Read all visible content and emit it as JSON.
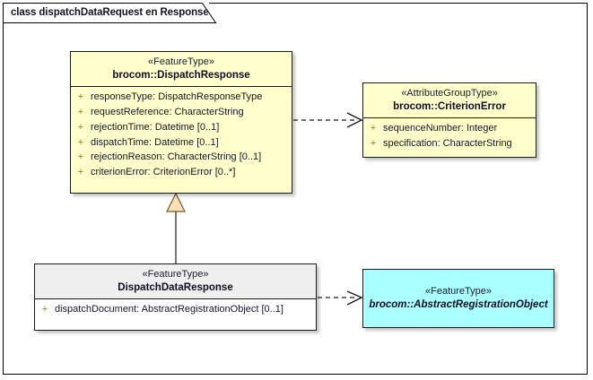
{
  "diagram": {
    "frame_title": "class dispatchDataRequest en Response",
    "background_color": "#ffffff",
    "frame_border_color": "#000000"
  },
  "colors": {
    "feature_type_fill": "#ffffcc",
    "attribute_group_fill": "#ffffcc",
    "abstract_fill": "#aaffff",
    "plain_header_fill": "#efefef",
    "plain_body_fill": "#ffffff",
    "border": "#1a1a1a",
    "visibility_marker": "#8a7a20",
    "generalization_fill": "#ffe0b2"
  },
  "classes": [
    {
      "id": "dispatch-response",
      "stereotype": "«FeatureType»",
      "name": "brocom::DispatchResponse",
      "abstract": false,
      "attributes": [
        {
          "visibility": "+",
          "text": "responseType: DispatchResponseType"
        },
        {
          "visibility": "+",
          "text": "requestReference: CharacterString"
        },
        {
          "visibility": "+",
          "text": "rejectionTime: Datetime [0..1]"
        },
        {
          "visibility": "+",
          "text": "dispatchTime: Datetime [0..1]"
        },
        {
          "visibility": "+",
          "text": "rejectionReason: CharacterString [0..1]"
        },
        {
          "visibility": "+",
          "text": "criterionError: CriterionError [0..*]"
        }
      ]
    },
    {
      "id": "criterion-error",
      "stereotype": "«AttributeGroupType»",
      "name": "brocom::CriterionError",
      "abstract": false,
      "attributes": [
        {
          "visibility": "+",
          "text": "sequenceNumber: Integer"
        },
        {
          "visibility": "+",
          "text": "specification: CharacterString"
        }
      ]
    },
    {
      "id": "dispatch-data-response",
      "stereotype": "«FeatureType»",
      "name": "DispatchDataResponse",
      "abstract": false,
      "attributes": [
        {
          "visibility": "+",
          "text": "dispatchDocument: AbstractRegistrationObject [0..1]"
        }
      ]
    },
    {
      "id": "abstract-registration-object",
      "stereotype": "«FeatureType»",
      "name": "brocom::AbstractRegistrationObject",
      "abstract": true,
      "attributes": []
    }
  ],
  "connectors": [
    {
      "id": "dep-dispatchresponse-criterionerror",
      "type": "dependency",
      "style": "dashed-open-arrow",
      "from": "dispatch-response",
      "to": "criterion-error"
    },
    {
      "id": "gen-dispatchdataresponse-dispatchresponse",
      "type": "generalization",
      "style": "solid-hollow-triangle",
      "from": "dispatch-data-response",
      "to": "dispatch-response"
    },
    {
      "id": "dep-dispatchdataresponse-abstractregistrationobject",
      "type": "dependency",
      "style": "dashed-open-arrow",
      "from": "dispatch-data-response",
      "to": "abstract-registration-object"
    }
  ]
}
